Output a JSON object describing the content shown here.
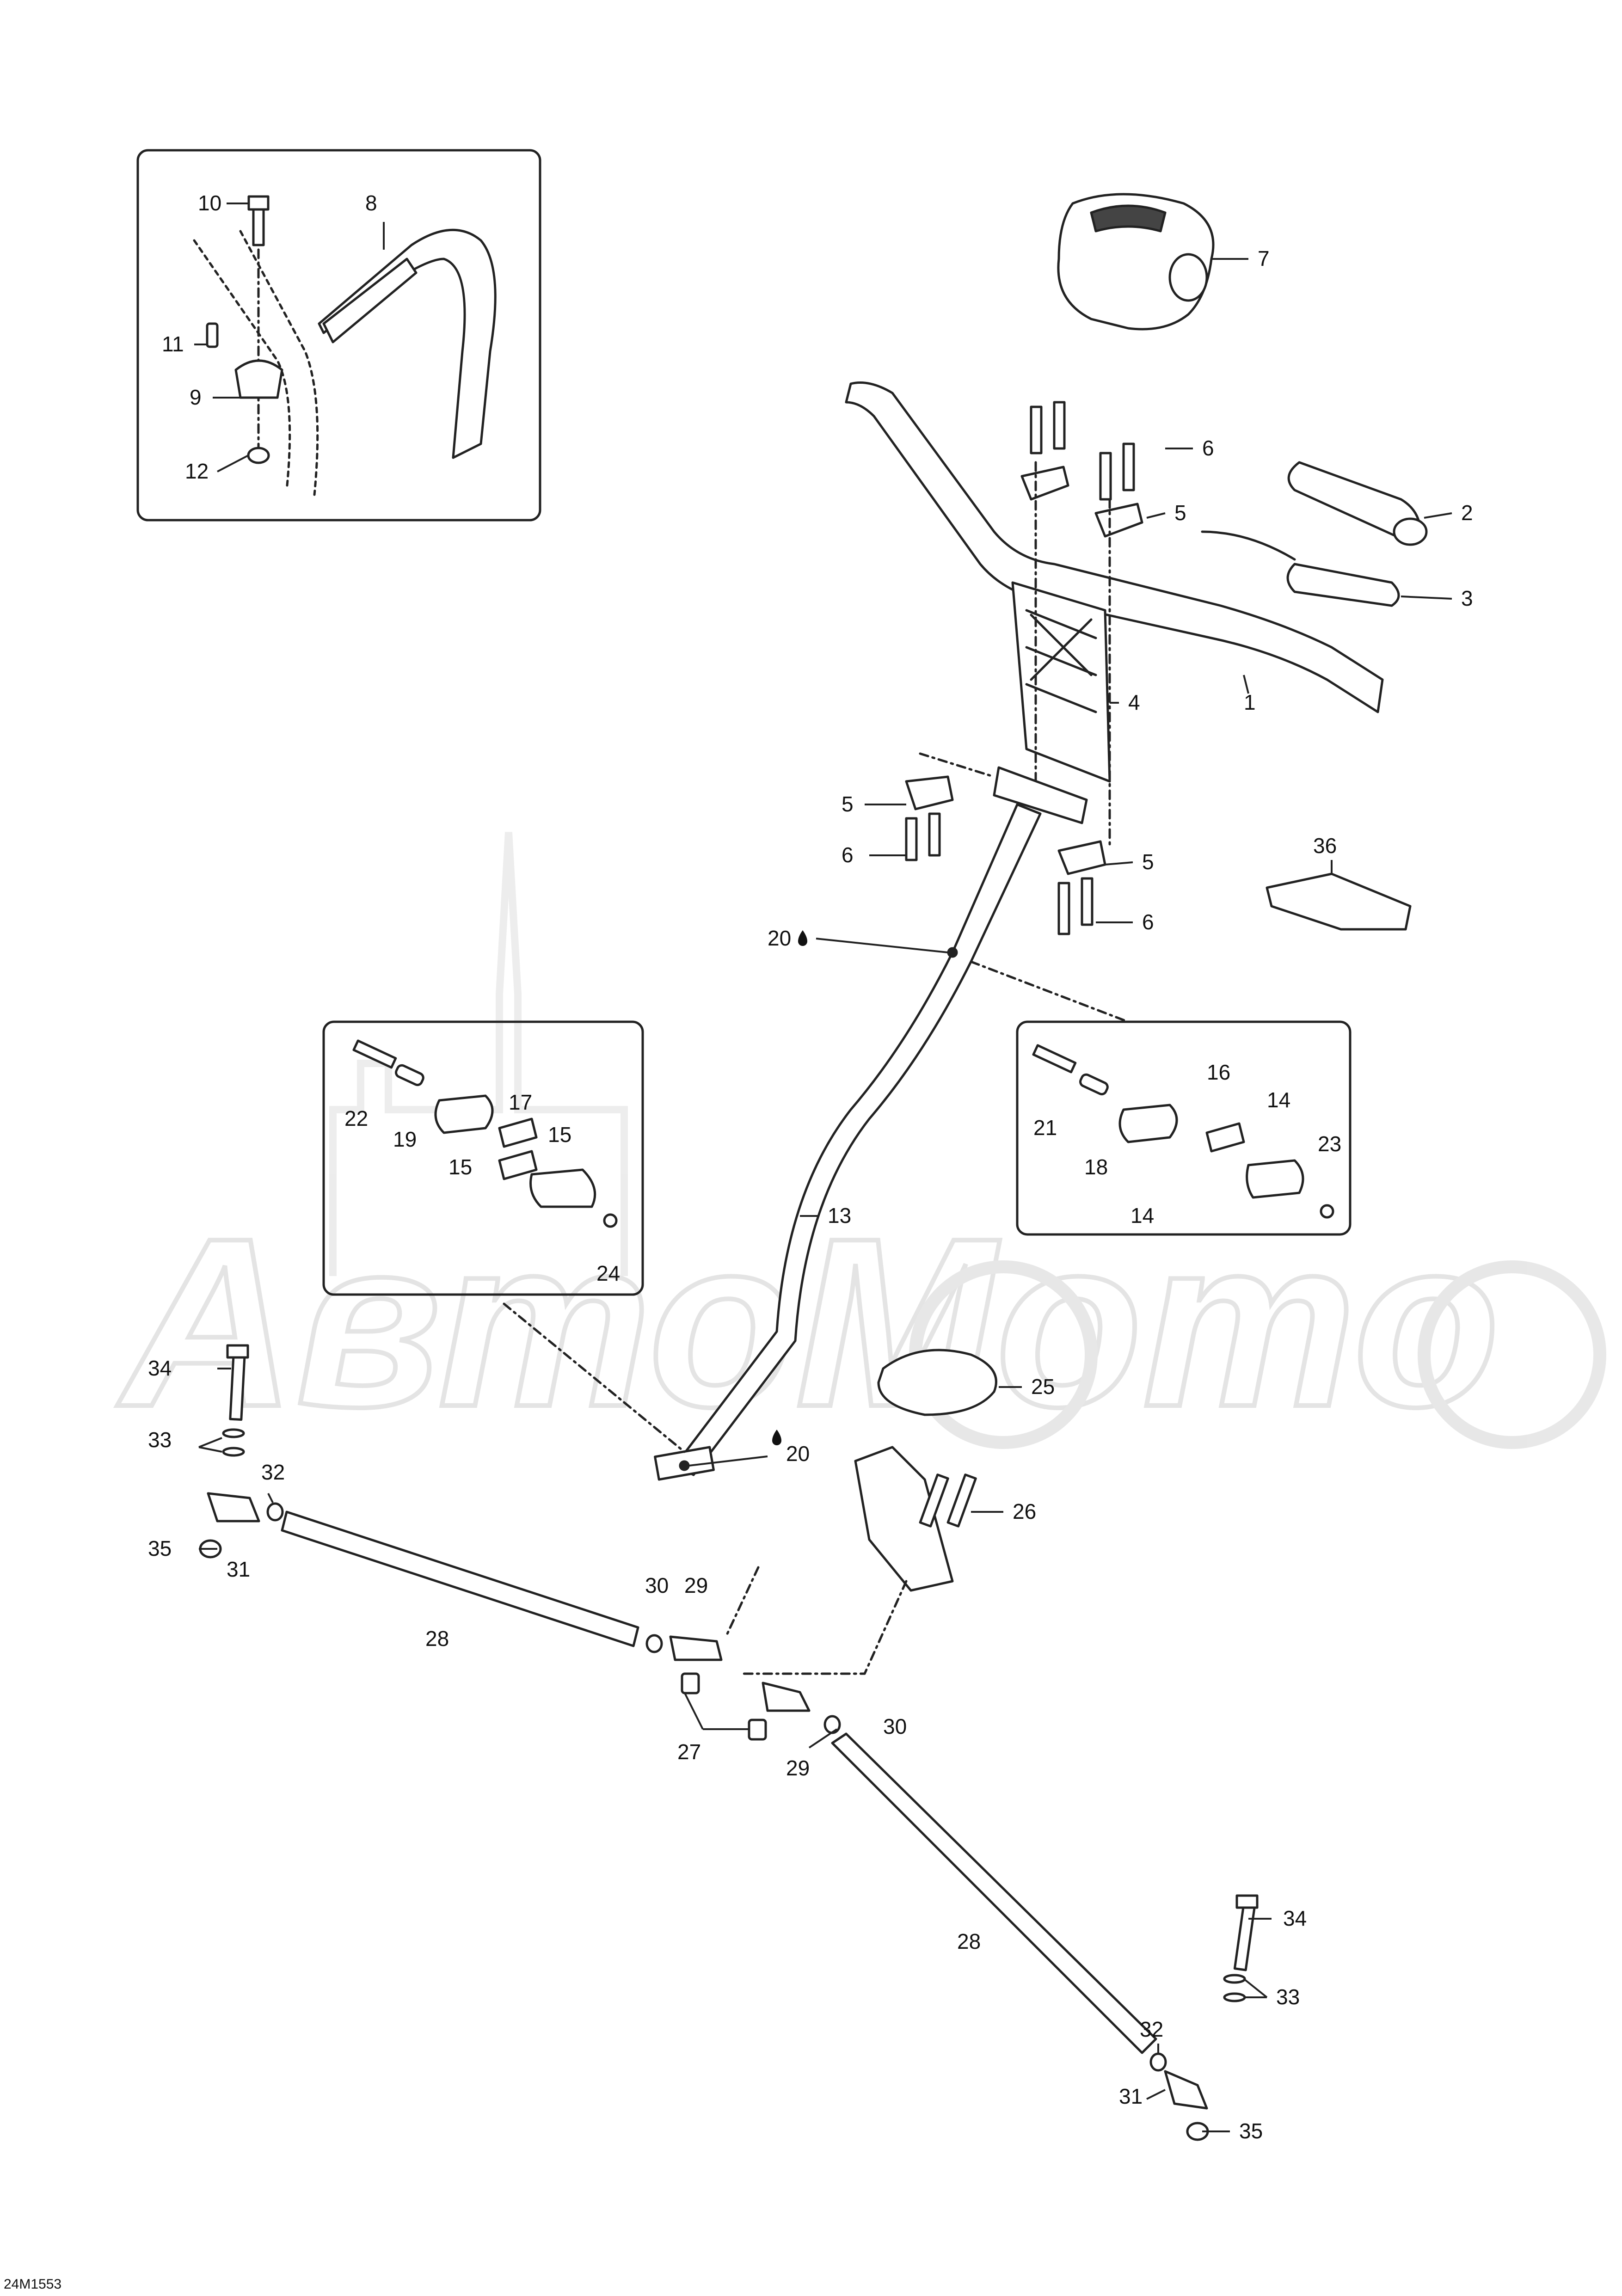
{
  "diagram_code": "24M1553",
  "watermark": "АвтоМото",
  "callouts": {
    "c1": "1",
    "c2": "2",
    "c3": "3",
    "c4": "4",
    "c5a": "5",
    "c5b": "5",
    "c5c": "5",
    "c6a": "6",
    "c6b": "6",
    "c6c": "6",
    "c7": "7",
    "c8": "8",
    "c9": "9",
    "c10": "10",
    "c11": "11",
    "c12": "12",
    "c13": "13",
    "c14a": "14",
    "c14b": "14",
    "c15a": "15",
    "c15b": "15",
    "c16": "16",
    "c17": "17",
    "c18": "18",
    "c19": "19",
    "c20a": "20",
    "c20b": "20",
    "c21": "21",
    "c22": "22",
    "c23": "23",
    "c24": "24",
    "c25": "25",
    "c26": "26",
    "c27": "27",
    "c28a": "28",
    "c28b": "28",
    "c29a": "29",
    "c29b": "29",
    "c30a": "30",
    "c30b": "30",
    "c31a": "31",
    "c31b": "31",
    "c32a": "32",
    "c32b": "32",
    "c33a": "33",
    "c33b": "33",
    "c34a": "34",
    "c34b": "34",
    "c35a": "35",
    "c35b": "35",
    "c36": "36"
  },
  "colors": {
    "line": "#222222",
    "fill": "#ffffff",
    "dark": "#333333",
    "watermark": "#d9d9d9"
  }
}
